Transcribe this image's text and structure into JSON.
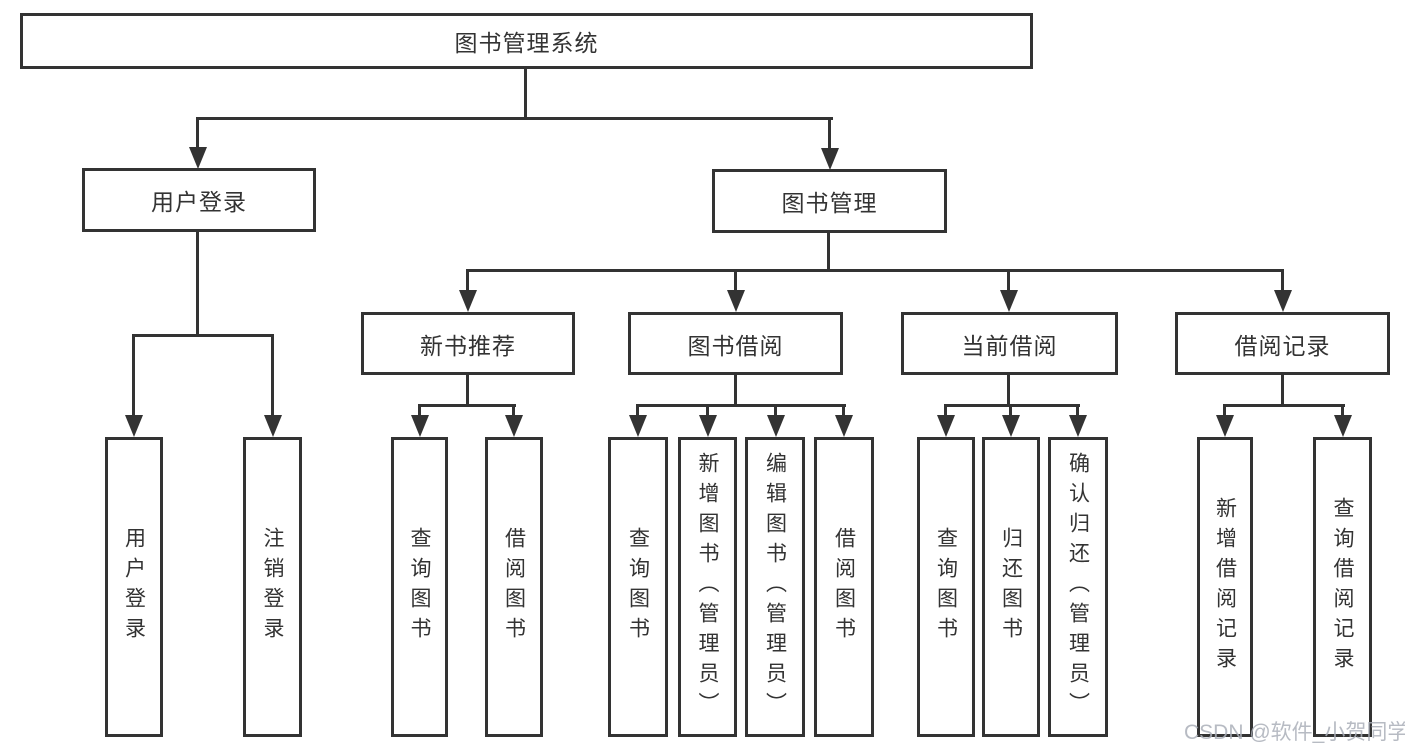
{
  "diagram": {
    "type": "tree",
    "root": {
      "id": "library-management-system",
      "label": "图书管理系统",
      "children": [
        {
          "id": "user-login",
          "label": "用户登录",
          "children": [
            {
              "id": "user-login-action",
              "label": "用户登录"
            },
            {
              "id": "logout",
              "label": "注销登录"
            }
          ]
        },
        {
          "id": "book-management",
          "label": "图书管理",
          "children": [
            {
              "id": "new-book-recommend",
              "label": "新书推荐",
              "children": [
                {
                  "id": "query-books",
                  "label": "查询图书"
                },
                {
                  "id": "borrow-books",
                  "label": "借阅图书"
                }
              ]
            },
            {
              "id": "book-borrowing",
              "label": "图书借阅",
              "children": [
                {
                  "id": "query-books",
                  "label": "查询图书"
                },
                {
                  "id": "add-books-admin",
                  "label": "新增图书（管理员）"
                },
                {
                  "id": "edit-books-admin",
                  "label": "编辑图书（管理员）"
                },
                {
                  "id": "borrow-books",
                  "label": "借阅图书"
                }
              ]
            },
            {
              "id": "current-borrowing",
              "label": "当前借阅",
              "children": [
                {
                  "id": "query-books",
                  "label": "查询图书"
                },
                {
                  "id": "return-books",
                  "label": "归还图书"
                },
                {
                  "id": "confirm-return-admin",
                  "label": "确认归还（管理员）"
                }
              ]
            },
            {
              "id": "borrowing-records",
              "label": "借阅记录",
              "children": [
                {
                  "id": "add-borrow-record",
                  "label": "新增借阅记录"
                },
                {
                  "id": "query-borrow-record",
                  "label": "查询借阅记录"
                }
              ]
            }
          ]
        }
      ]
    },
    "watermark": "CSDN @软件_小贺同学",
    "colors": {
      "line": "#333333",
      "box_border": "#333333",
      "text": "#333333",
      "watermark": "#aaafb8",
      "background": "#ffffff"
    }
  }
}
